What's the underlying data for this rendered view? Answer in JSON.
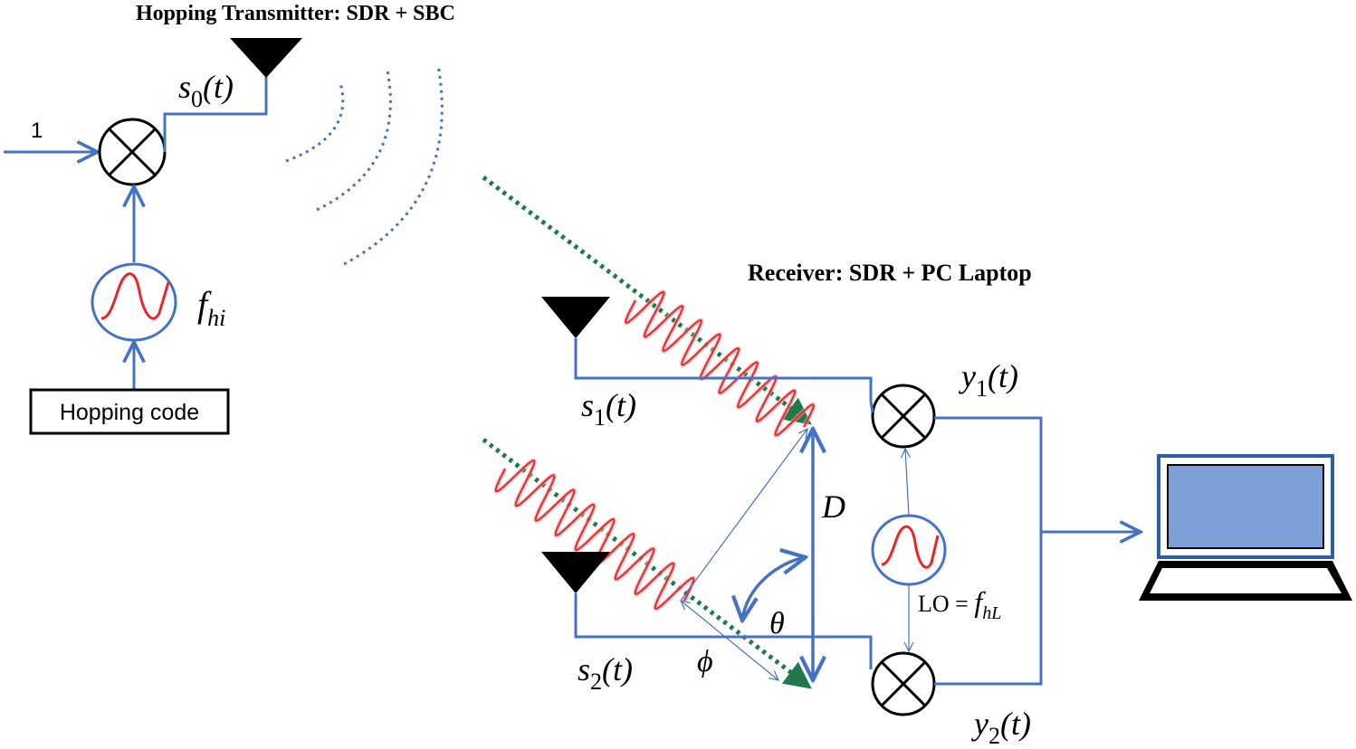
{
  "transmitter": {
    "title": "Hopping Transmitter:  SDR + SBC",
    "input_label": "1",
    "signal": {
      "sym": "s",
      "sub": "0",
      "arg": "(t)"
    },
    "freq": {
      "sym": "f",
      "sub": "hi"
    },
    "code_block": "Hopping code"
  },
  "receiver": {
    "title": "Receiver: SDR + PC Laptop",
    "s1": {
      "sym": "s",
      "sub": "1",
      "arg": "(t)"
    },
    "s2": {
      "sym": "s",
      "sub": "2",
      "arg": "(t)"
    },
    "y1": {
      "sym": "y",
      "sub": "1",
      "arg": "(t)"
    },
    "y2": {
      "sym": "y",
      "sub": "2",
      "arg": "(t)"
    },
    "lo": {
      "prefix": "LO = ",
      "sym": "f",
      "sub": "hL"
    },
    "spacing": "D",
    "angle_theta": "θ",
    "angle_phi": "ϕ"
  },
  "colors": {
    "wire": "#4472c4",
    "wave": "#e8262a",
    "wave_glow": "#f4a7a8",
    "ray": "#1f7a4a",
    "black": "#000000",
    "screen": "#7da1d6"
  }
}
